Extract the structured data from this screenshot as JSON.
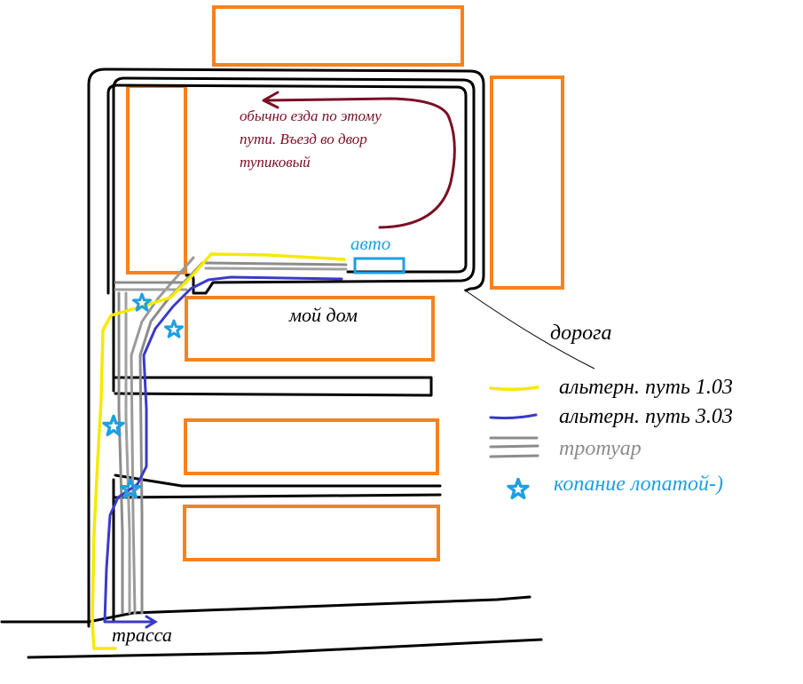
{
  "labels": {
    "note_line1": "обычно езда по этому",
    "note_line2": "пути. Въезд во двор",
    "note_line3": "тупиковый",
    "car": "авто",
    "my_house": "мой дом",
    "road": "дорога",
    "highway": "трасса"
  },
  "legend": {
    "items": [
      {
        "name": "legend-yellow-route",
        "label": "альтерн. путь 1.03",
        "color": "#f5ea00",
        "text_color": "#000000"
      },
      {
        "name": "legend-blue-route",
        "label": "альтерн. путь 3.03",
        "color": "#3a3ac8",
        "text_color": "#000000"
      },
      {
        "name": "legend-sidewalk",
        "label": "тротуар",
        "color": "#8c8c8c",
        "text_color": "#8c8c8c"
      },
      {
        "name": "legend-digging",
        "label": "копание лопатой-)",
        "color": "#1e9fe0",
        "text_color": "#1e9fe0"
      }
    ]
  },
  "colors": {
    "building": "#f5821f",
    "road": "#000000",
    "usual_route": "#7a0f24",
    "car": "#1e9fe0",
    "yellow_route": "#f5ea00",
    "blue_route": "#3a3ac8",
    "sidewalk": "#8c8c8c",
    "digging": "#1e9fe0"
  }
}
